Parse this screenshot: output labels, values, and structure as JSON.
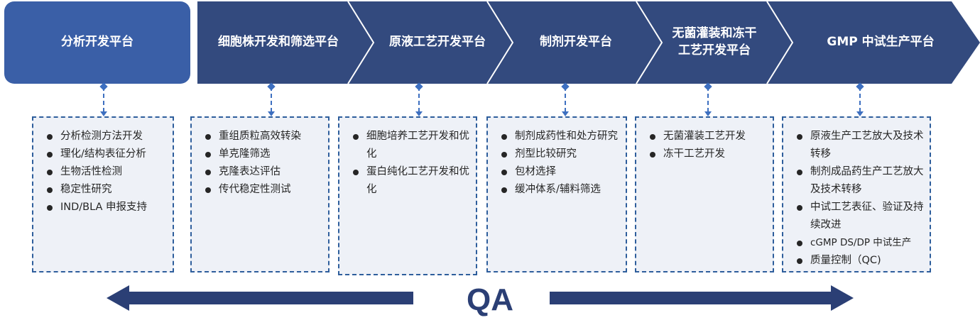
{
  "colors": {
    "chevron": "#334a7e",
    "first_stage": "#3a5fa7",
    "box_border": "#2e5e9c",
    "box_fill": "#eef1f7",
    "qa": "#2b3f75"
  },
  "stages": [
    {
      "title": "分析开发平台",
      "items": [
        "分析检测方法开发",
        "理化/结构表征分析",
        "生物活性检测",
        "稳定性研究",
        "IND/BLA 申报支持"
      ]
    },
    {
      "title": "细胞株开发和筛选平台",
      "items": [
        "重组质粒高效转染",
        "单克隆筛选",
        "克隆表达评估",
        "传代稳定性测试"
      ]
    },
    {
      "title": "原液工艺开发平台",
      "items": [
        "细胞培养工艺开发和优化",
        "蛋白纯化工艺开发和优化"
      ]
    },
    {
      "title": "制剂开发平台",
      "items": [
        "制剂成药性和处方研究",
        "剂型比较研究",
        "包材选择",
        "缓冲体系/辅料筛选"
      ]
    },
    {
      "title_line1": "无菌灌装和冻干",
      "title_line2": "工艺开发平台",
      "items": [
        "无菌灌装工艺开发",
        "冻干工艺开发"
      ]
    },
    {
      "title": "GMP 中试生产平台",
      "items": [
        "原液生产工艺放大及技术转移",
        "制剂成品药生产工艺放大及技术转移",
        "中试工艺表征、验证及持续改进",
        "cGMP DS/DP 中试生产",
        "质量控制（QC)"
      ]
    }
  ],
  "qa_label": "QA"
}
